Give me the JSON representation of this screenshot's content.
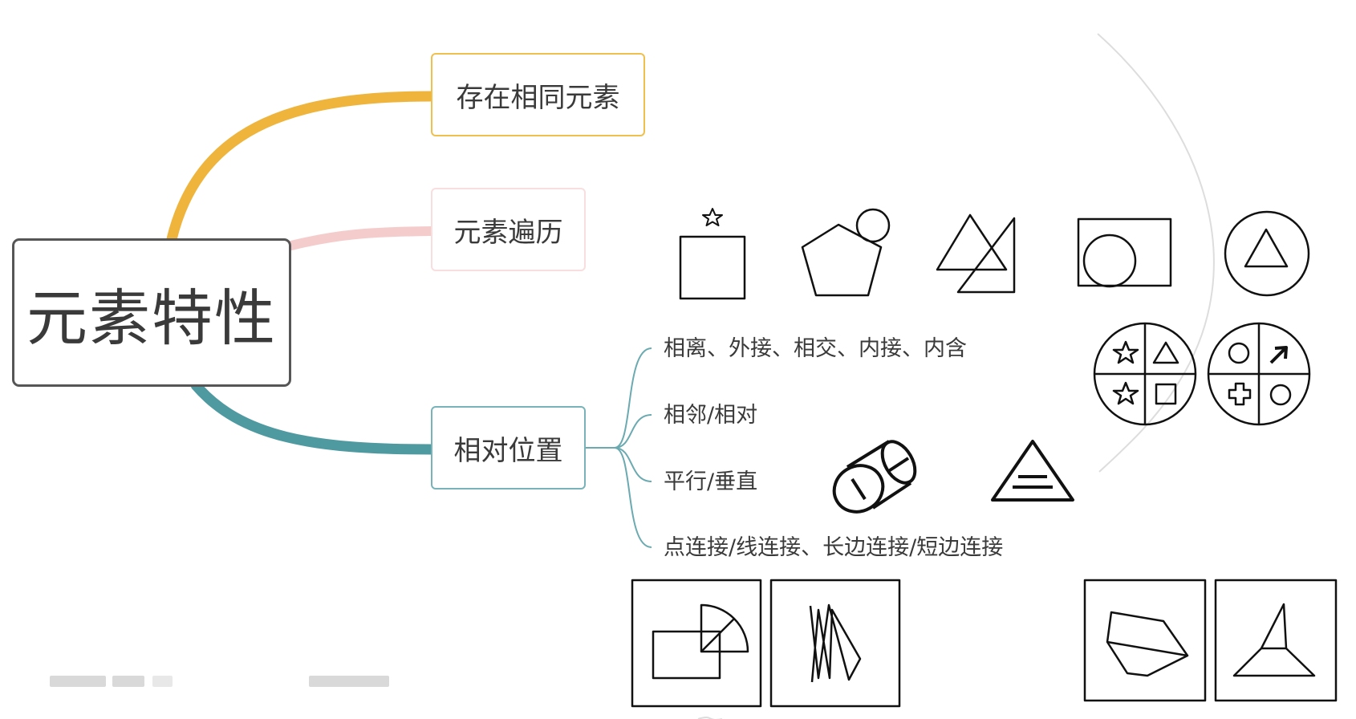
{
  "root": {
    "label": "元素特性"
  },
  "branches": [
    {
      "label": "存在相同元素",
      "color": "#eeb43c"
    },
    {
      "label": "元素遍历",
      "color": "#f5cccc"
    },
    {
      "label": "相对位置",
      "color": "#4f9aa0"
    }
  ],
  "leaves": [
    {
      "label": "相离、外接、相交、内接、内含"
    },
    {
      "label": "相邻/相对"
    },
    {
      "label": "平行/垂直"
    },
    {
      "label": "点连接/线连接、长边连接/短边连接"
    }
  ],
  "colors": {
    "leaf_connector": "#6aaab0",
    "figure_stroke": "#111111",
    "arc": "#dddddd"
  }
}
